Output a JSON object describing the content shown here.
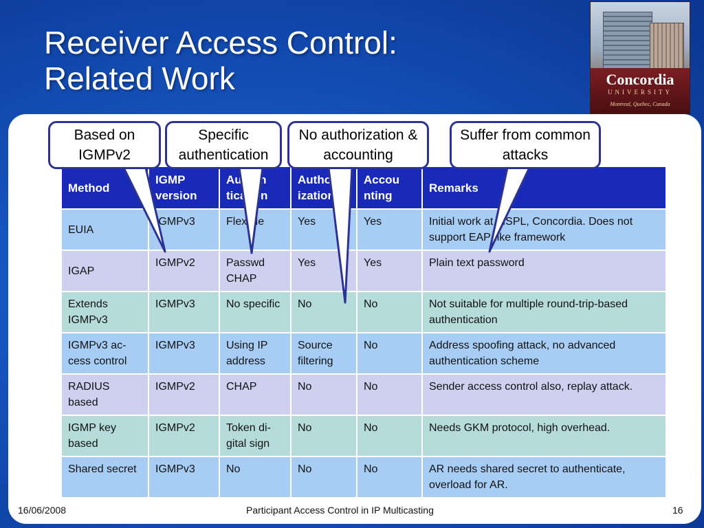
{
  "title": {
    "line1": "Receiver Access Control:",
    "line2": "Related Work"
  },
  "logo": {
    "name": "Concordia",
    "university": "UNIVERSITY",
    "city": "Montreal, Quebec, Canada"
  },
  "callouts": {
    "igmp": "Based on IGMPv2",
    "auth": "Specific authentication",
    "noauth": "No authorization & accounting",
    "attacks": "Suffer from common attacks"
  },
  "table": {
    "headers": [
      "Method",
      "IGMP version",
      "Authen tication",
      "Author ization",
      "Accou nting",
      "Remarks"
    ],
    "rows": [
      [
        "EUIA",
        "IGMPv3",
        "Flexible",
        "Yes",
        "Yes",
        "Initial work at MSPL, Concordia. Does not support EAP-like framework"
      ],
      [
        "IGAP",
        "IGMPv2",
        "Passwd CHAP",
        "Yes",
        "Yes",
        "Plain text password"
      ],
      [
        "Extends IGMPv3",
        "IGMPv3",
        "No specific",
        "No",
        "No",
        "Not suitable for multiple round-trip-based authentication"
      ],
      [
        "IGMPv3 ac-cess control",
        "IGMPv3",
        "Using IP address",
        "Source filtering",
        "No",
        "Address spoofing attack, no advanced authentication scheme"
      ],
      [
        "RADIUS based",
        "IGMPv2",
        "CHAP",
        "No",
        "No",
        "Sender access control also, replay attack."
      ],
      [
        "IGMP key based",
        "IGMPv2",
        "Token di-gital sign",
        "No",
        "No",
        "Needs GKM protocol, high overhead."
      ],
      [
        "Shared secret",
        "IGMPv3",
        "No",
        "No",
        "No",
        "AR needs shared secret to authenticate, overload for AR."
      ]
    ]
  },
  "footer": {
    "date": "16/06/2008",
    "title": "Participant Access Control in IP Multicasting",
    "page": "16"
  },
  "colors": {
    "header": "#1a2ab8",
    "row_blue": "#a8cdf5",
    "row_lavender": "#cdd0ee",
    "row_teal": "#b5dcda",
    "callout_border": "#2b3396"
  }
}
